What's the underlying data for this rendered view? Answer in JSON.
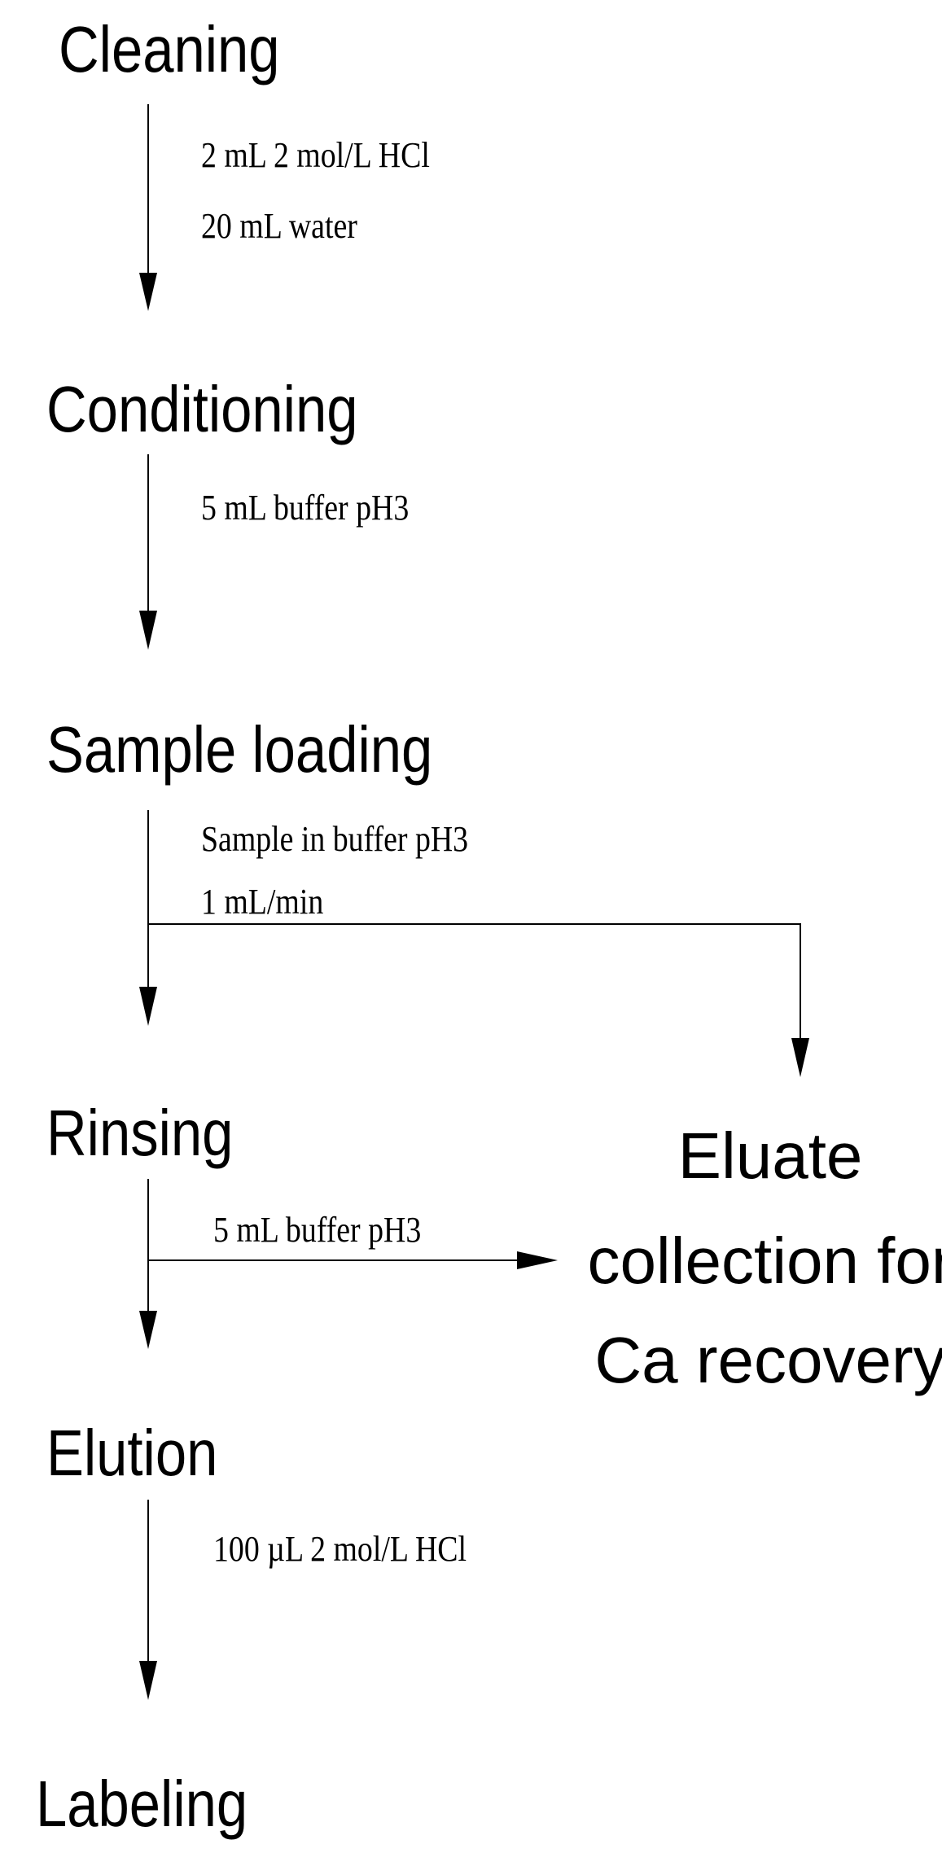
{
  "steps": {
    "cleaning": "Cleaning",
    "conditioning": "Conditioning",
    "sample_loading": "Sample loading",
    "rinsing": "Rinsing",
    "elution": "Elution",
    "labeling": "Labeling"
  },
  "reagents": {
    "cleaning": [
      "2 mL 2 mol/L HCl",
      "20 mL water"
    ],
    "conditioning": [
      "5 mL buffer pH3"
    ],
    "sample_loading": [
      "Sample in buffer pH3",
      "1 mL/min"
    ],
    "rinsing": [
      "5 mL buffer pH3"
    ],
    "elution": [
      "100 µL 2 mol/L HCl"
    ]
  },
  "collection": [
    "Eluate",
    "collection for",
    "Ca recovery"
  ]
}
